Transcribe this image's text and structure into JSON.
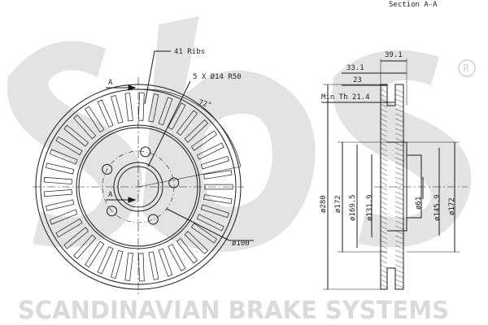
{
  "section_title": "Section A-A",
  "ribs_label": "41 Ribs",
  "bolt_label": "5 X Ø14 R50",
  "angle_label": "72°",
  "pcd_label": "ø100",
  "section_marker": "A",
  "dim_overall_width": "39.1",
  "dim_33": "33.1",
  "dim_23": "23",
  "dim_min_thickness": "Min Th 21.4",
  "dim_outer_diameter": "ø280",
  "dim_172_left": "ø172",
  "dim_169": "ø169.5",
  "dim_131": "ø131.9",
  "dim_61": "ø61",
  "dim_145": "ø145.9",
  "dim_172_right": "ø172",
  "watermark_brand": "sbs",
  "watermark_registered": "R",
  "watermark_text": "SCANDINAVIAN BRAKE SYSTEMS",
  "colors": {
    "line": "#1a1a1a",
    "watermark": "#d9d9d9"
  }
}
